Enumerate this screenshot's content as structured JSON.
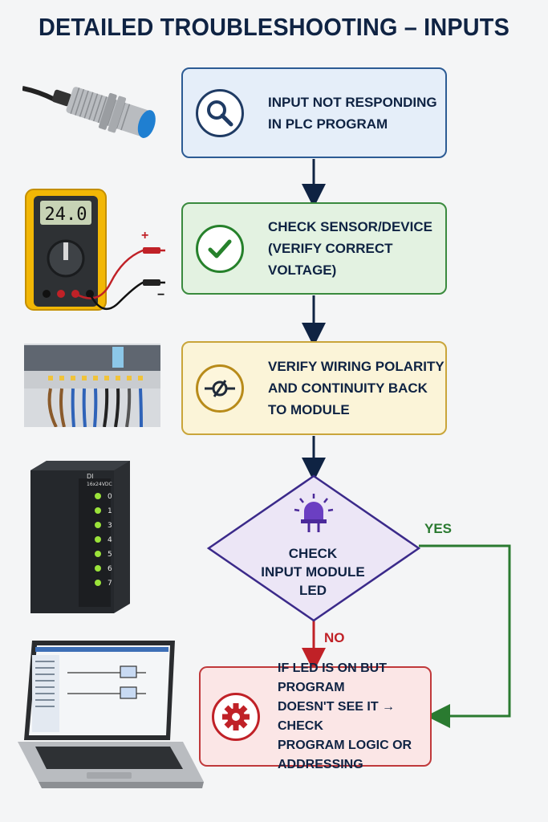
{
  "title": "DETAILED TROUBLESHOOTING – INPUTS",
  "steps": [
    {
      "text": "INPUT NOT RESPONDING\nIN PLC PROGRAM",
      "icon": "magnifier-icon",
      "color": "#2c5b94"
    },
    {
      "text": "CHECK SENSOR/DEVICE\n(VERIFY CORRECT VOLTAGE)",
      "icon": "checkmark-icon",
      "color": "#3a8a3e"
    },
    {
      "text": "VERIFY WIRING POLARITY\nAND CONTINUITY BACK\nTO MODULE",
      "icon": "continuity-icon",
      "color": "#c9a53a"
    }
  ],
  "decision": {
    "text": "CHECK\nINPUT MODULE\nLED",
    "icon": "led-icon",
    "color": "#3b2a8a"
  },
  "branches": {
    "yes": "YES",
    "no": "NO"
  },
  "result": {
    "text": "IF LED IS ON BUT PROGRAM\nDOESN'T SEE IT → CHECK\nPROGRAM LOGIC OR\nADDRESSING",
    "icon": "gear-icon",
    "color": "#c0393b"
  },
  "illustrations": {
    "multimeter_display": "24.0",
    "probe_plus": "+",
    "probe_minus": "−",
    "module_label_1": "DI",
    "module_label_2": "16x24VDC",
    "module_channels": [
      "0",
      "1",
      "3",
      "4",
      "5",
      "6",
      "7"
    ]
  }
}
